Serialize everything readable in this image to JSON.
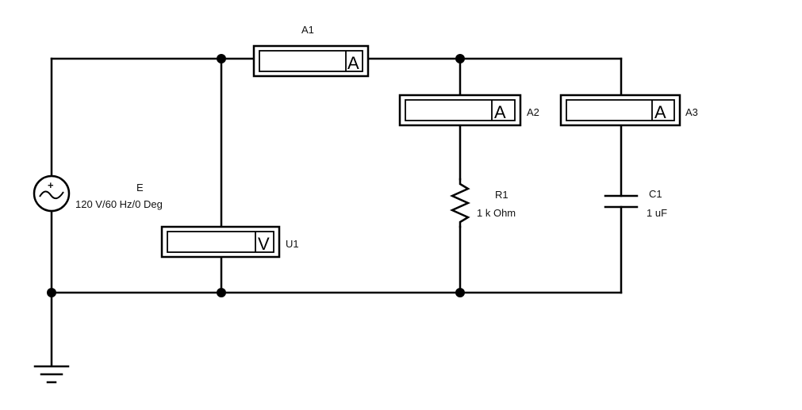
{
  "source": {
    "name": "E",
    "value": "120 V/60 Hz/0 Deg",
    "plus_sign": "+"
  },
  "meters": {
    "a1": {
      "name": "A1",
      "letter": "A"
    },
    "a2": {
      "name": "A2",
      "letter": "A"
    },
    "a3": {
      "name": "A3",
      "letter": "A"
    },
    "u1": {
      "name": "U1",
      "letter": "V"
    }
  },
  "resistor": {
    "name": "R1",
    "value": "1 k Ohm"
  },
  "capacitor": {
    "name": "C1",
    "value": "1 uF"
  },
  "icons": {
    "source": "ac-voltage-source-icon",
    "resistor": "resistor-zigzag-icon",
    "capacitor": "capacitor-icon",
    "ground": "ground-icon"
  }
}
